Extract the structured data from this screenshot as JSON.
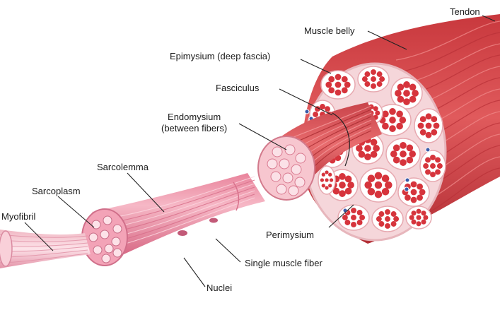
{
  "diagram": {
    "labels": {
      "tendon": "Tendon",
      "muscle_belly": "Muscle belly",
      "epimysium": "Epimysium (deep fascia)",
      "fasciculus": "Fasciculus",
      "endomysium_line1": "Endomysium",
      "endomysium_line2": "(between fibers)",
      "sarcolemma": "Sarcolemma",
      "sarcoplasm": "Sarcoplasm",
      "myofibril": "Myofibril",
      "perimysium": "Perimysium",
      "single_muscle_fiber": "Single muscle fiber",
      "nuclei": "Nuclei"
    },
    "colors": {
      "muscle_red": "#d9464a",
      "muscle_dark": "#a82a30",
      "muscle_light": "#f08a8a",
      "fiber_pink": "#f2a2b4",
      "fiber_light": "#fbd3dc",
      "fascia": "#f7dde0",
      "fascicle_bg": "#ffffff",
      "vessel_blue": "#3a5aa8",
      "leader": "#222222"
    }
  }
}
